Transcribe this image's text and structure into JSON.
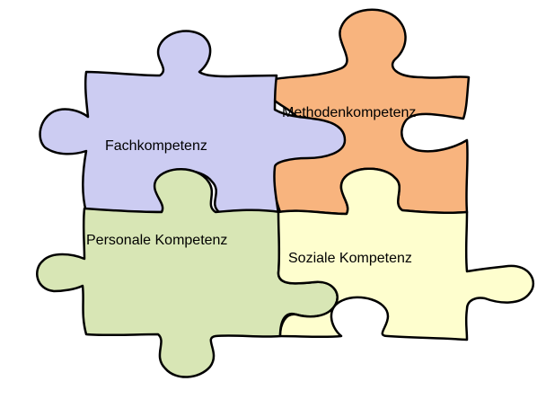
{
  "pieces": {
    "fach": {
      "label": "Fachkompetenz",
      "color": "#ccccf2"
    },
    "methoden": {
      "label": "Methodenkompetenz",
      "color": "#f8b47e"
    },
    "personal": {
      "label": "Personale Kompetenz",
      "color": "#d8e6b5"
    },
    "sozial": {
      "label": "Soziale Kompetenz",
      "color": "#fefece"
    }
  }
}
